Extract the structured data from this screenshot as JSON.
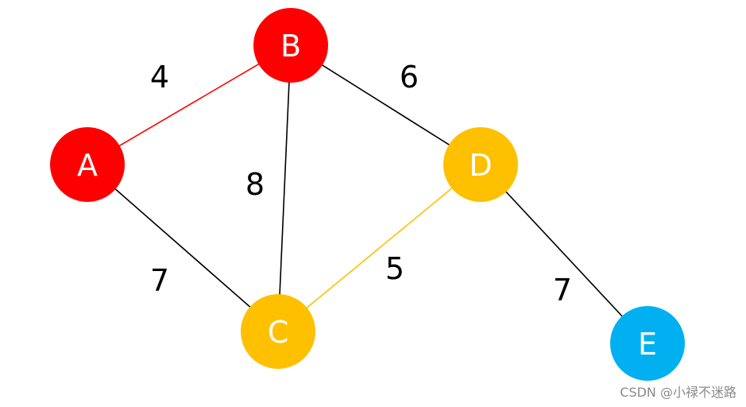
{
  "nodes": [
    {
      "id": "A",
      "label": "A",
      "color": "#ff0000"
    },
    {
      "id": "B",
      "label": "B",
      "color": "#ff0000"
    },
    {
      "id": "C",
      "label": "C",
      "color": "#ffc000"
    },
    {
      "id": "D",
      "label": "D",
      "color": "#ffc000"
    },
    {
      "id": "E",
      "label": "E",
      "color": "#00b0f0"
    }
  ],
  "edges": [
    {
      "id": "A-B",
      "from": "A",
      "to": "B",
      "weight": "4",
      "color": "#ff0000"
    },
    {
      "id": "A-C",
      "from": "A",
      "to": "C",
      "weight": "7",
      "color": "#000000"
    },
    {
      "id": "B-C",
      "from": "B",
      "to": "C",
      "weight": "8",
      "color": "#000000"
    },
    {
      "id": "B-D",
      "from": "B",
      "to": "D",
      "weight": "6",
      "color": "#000000"
    },
    {
      "id": "C-D",
      "from": "C",
      "to": "D",
      "weight": "5",
      "color": "#ffc000"
    },
    {
      "id": "D-E",
      "from": "D",
      "to": "E",
      "weight": "7",
      "color": "#000000"
    }
  ],
  "watermark": "CSDN @小禄不迷路"
}
